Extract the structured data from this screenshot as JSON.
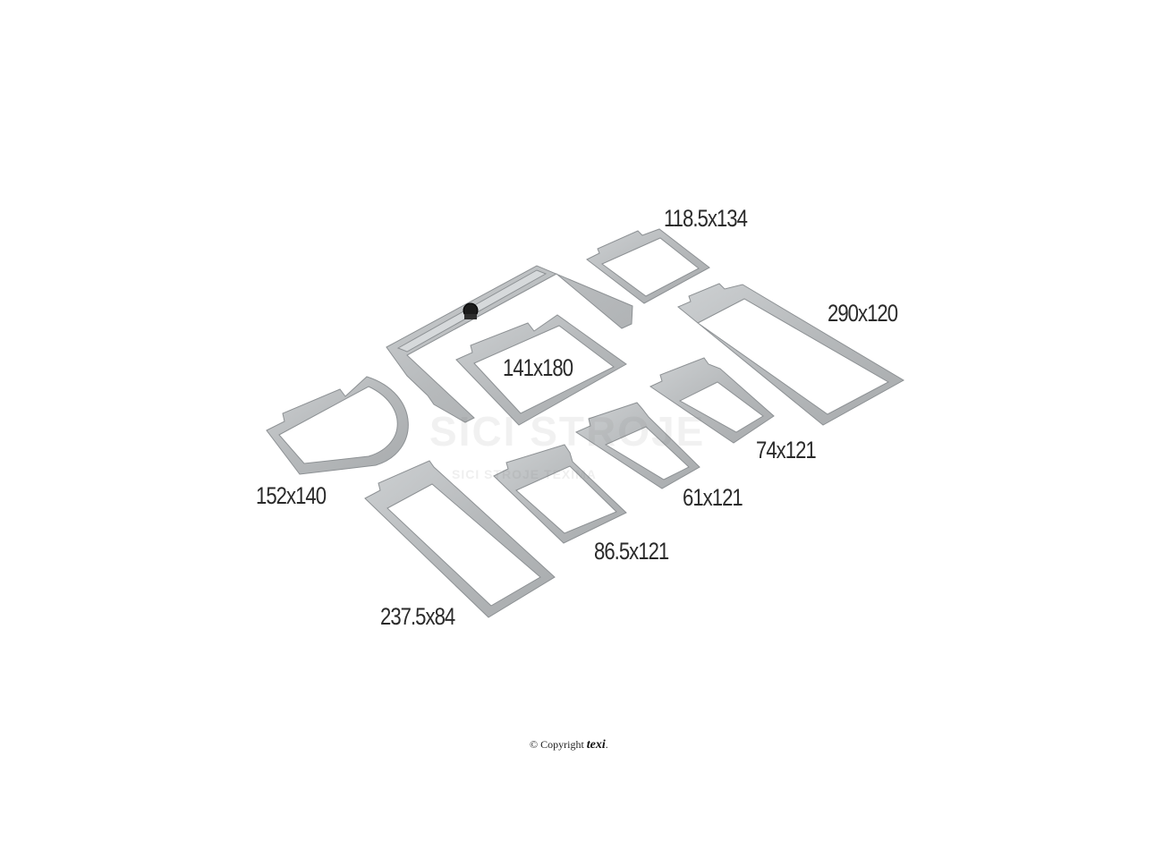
{
  "hoops": [
    {
      "id": "hoop-118-5x134",
      "label": "118.5x134"
    },
    {
      "id": "hoop-290x120",
      "label": "290x120"
    },
    {
      "id": "hoop-141x180",
      "label": "141x180"
    },
    {
      "id": "hoop-152x140",
      "label": "152x140"
    },
    {
      "id": "hoop-74x121",
      "label": "74x121"
    },
    {
      "id": "hoop-61x121",
      "label": "61x121"
    },
    {
      "id": "hoop-86-5x121",
      "label": "86.5x121"
    },
    {
      "id": "hoop-237-5x84",
      "label": "237.5x84"
    }
  ],
  "watermark": {
    "text": "SICI STROJE",
    "subtext": "SICI STROJE TEXIMA"
  },
  "footer": {
    "copyright_prefix": "© Copyright",
    "brand": "texi"
  },
  "colors": {
    "background": "#ffffff",
    "frame_fill": "#b9bcbe",
    "frame_edge": "#8d9194",
    "label_text": "#2a2a2a",
    "knob": "#1c1c1c"
  },
  "icons": {
    "knob": "black-knob-icon",
    "copyright_mark": "copyright-icon"
  }
}
